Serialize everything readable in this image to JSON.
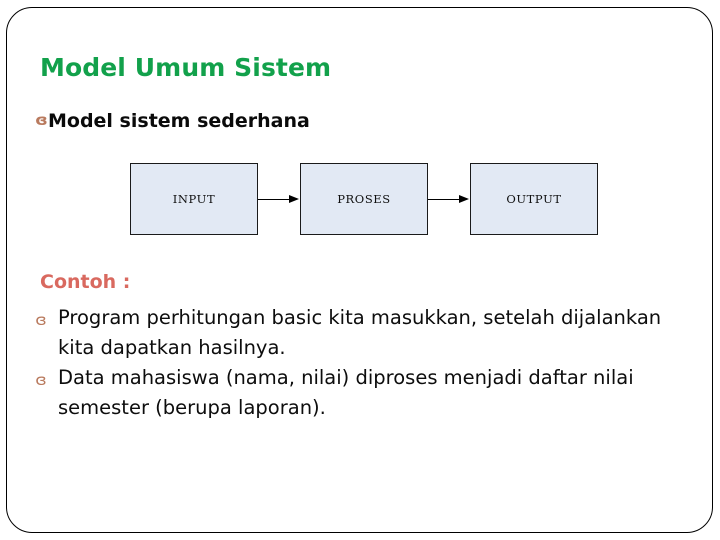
{
  "slide": {
    "title": "Model Umum Sistem",
    "subheading": "Model sistem sederhana",
    "example_label": "Contoh :",
    "bullet_glyph": "ɞ",
    "colors": {
      "title_green": "#12A14B",
      "example_coral": "#D9695F",
      "bullet_brown": "#B97A5E",
      "box_fill": "#E2E9F4",
      "box_border": "#1A1A1A",
      "frame_border": "#000000",
      "body_text": "#0D0D0D"
    }
  },
  "diagram": {
    "name": "input-proses-output-flow",
    "boxes": [
      {
        "id": "input",
        "label": "INPUT"
      },
      {
        "id": "proses",
        "label": "PROSES"
      },
      {
        "id": "output",
        "label": "OUTPUT"
      }
    ],
    "arrows": [
      {
        "from": "INPUT",
        "to": "PROSES"
      },
      {
        "from": "PROSES",
        "to": "OUTPUT"
      }
    ]
  },
  "examples": [
    {
      "text": "Program perhitungan basic kita masukkan, setelah dijalankan kita dapatkan hasilnya."
    },
    {
      "text": "Data mahasiswa (nama, nilai) diproses menjadi daftar nilai semester (berupa laporan)."
    }
  ]
}
